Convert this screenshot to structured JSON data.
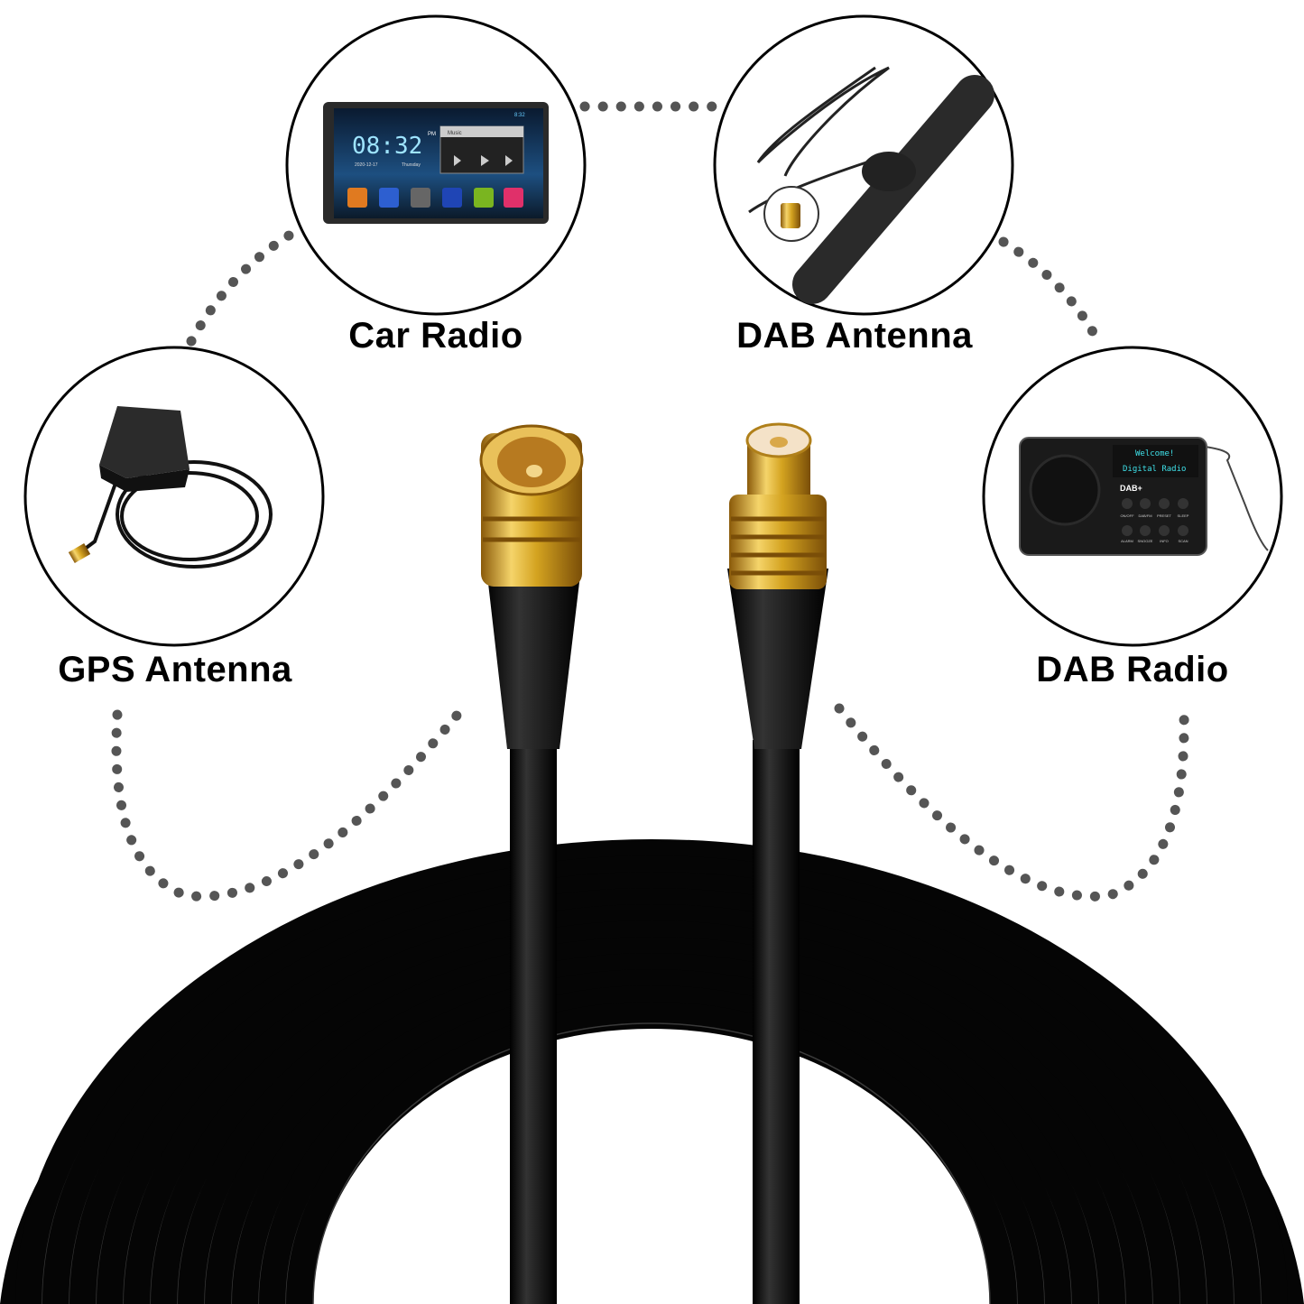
{
  "labels": {
    "car_radio": "Car Radio",
    "dab_antenna": "DAB Antenna",
    "gps_antenna": "GPS Antenna",
    "dab_radio": "DAB Radio"
  },
  "car_radio_screen": {
    "clock": "08:32",
    "ampm": "PM",
    "status_time": "8:32",
    "date": "2020-12-17",
    "day": "Thursday",
    "music": "Music"
  },
  "dab_radio_screen": {
    "line1": "Welcome!",
    "line2": "Digital Radio",
    "logo": "DAB+",
    "buttons_row1": [
      "ON/OFF",
      "DAB/FM",
      "PRESET",
      "SLEEP"
    ],
    "buttons_row2": [
      "ALARM",
      "SNOOZE",
      "INFO",
      "SCAN"
    ]
  },
  "colors": {
    "gold": "#d4a320",
    "cable": "#0a0a0a",
    "dots": "#555555"
  }
}
